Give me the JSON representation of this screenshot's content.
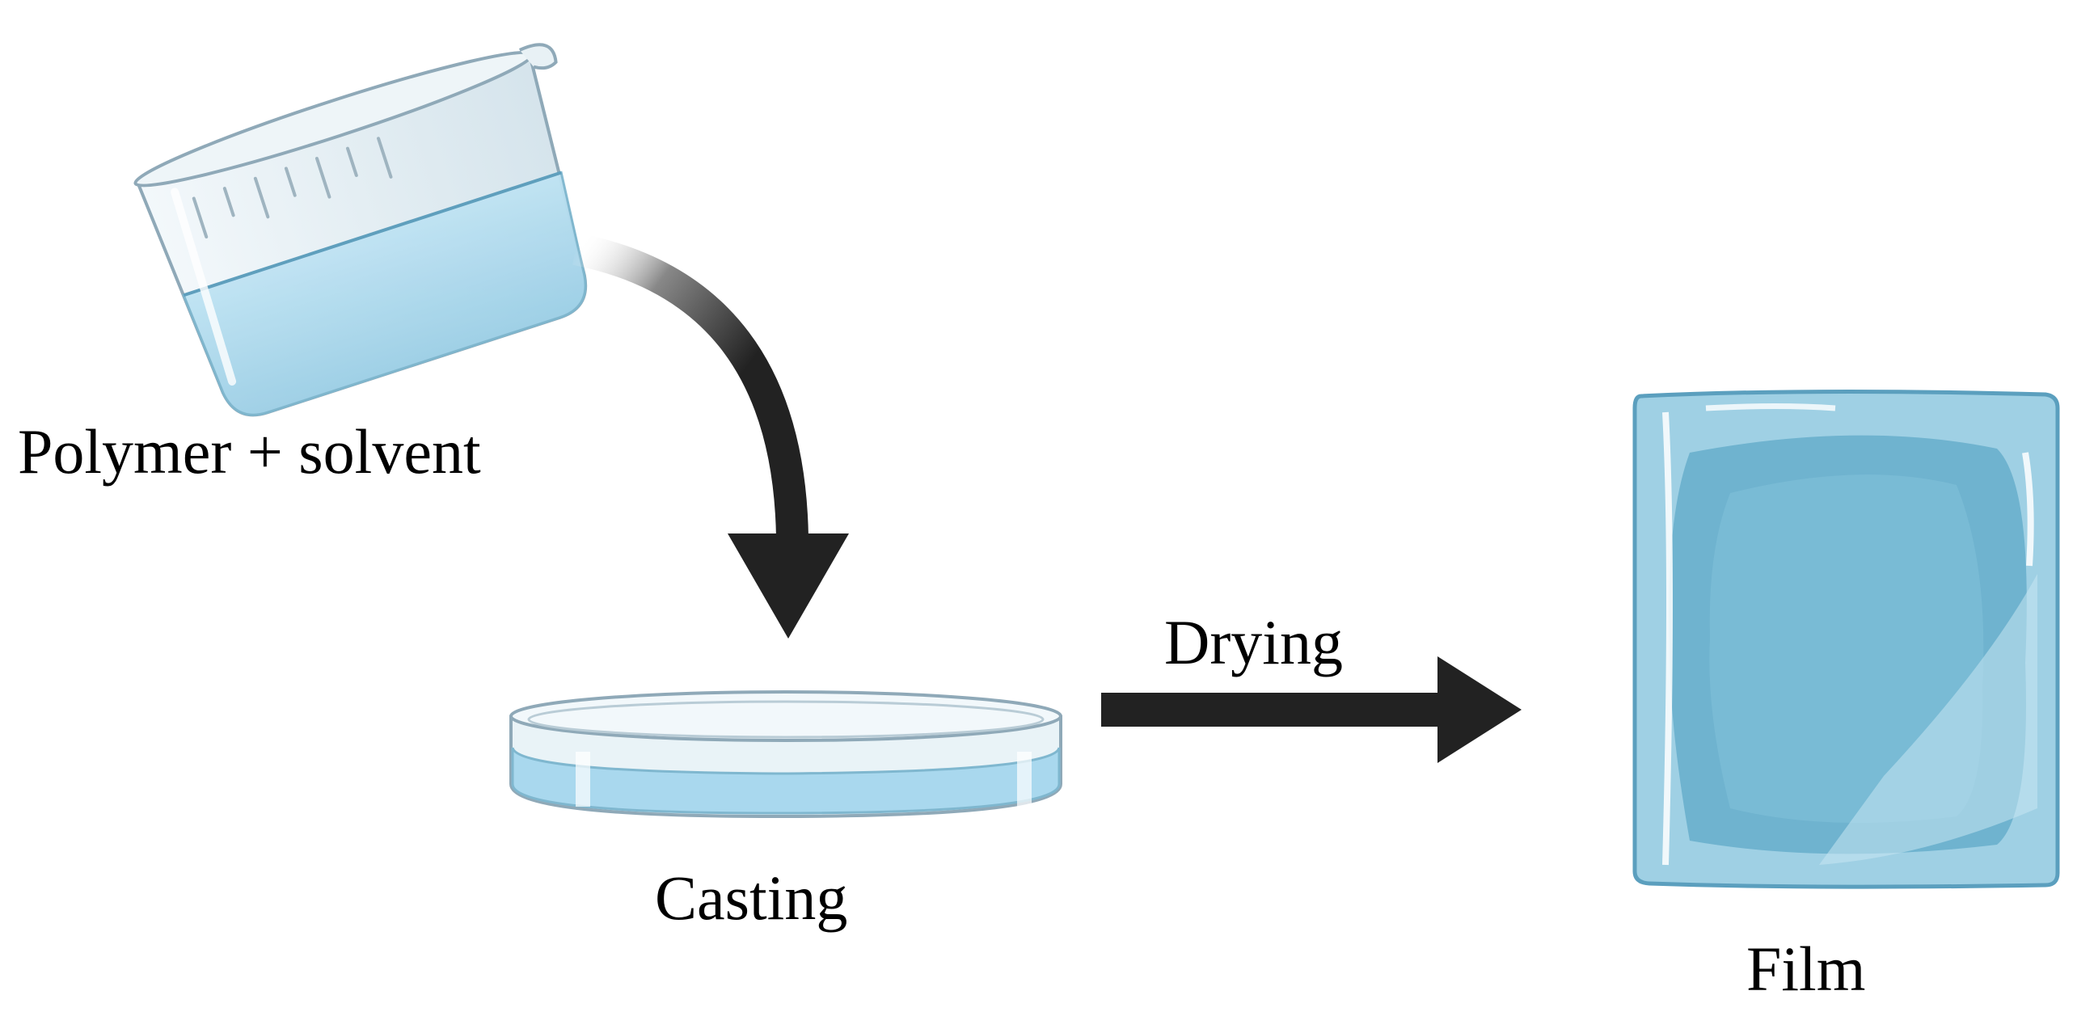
{
  "labels": {
    "polymer_solvent": "Polymer + solvent",
    "casting": "Casting",
    "drying": "Drying",
    "film": "Film"
  },
  "colors": {
    "liquid": "#a9d8ee",
    "glass_edge": "#8fa9b8",
    "film_fill": "#6fb3cf",
    "film_light": "#9fd0e4",
    "arrow": "#222222"
  },
  "icons": [
    "beaker-icon",
    "petri-dish-icon",
    "film-sheet-icon"
  ]
}
